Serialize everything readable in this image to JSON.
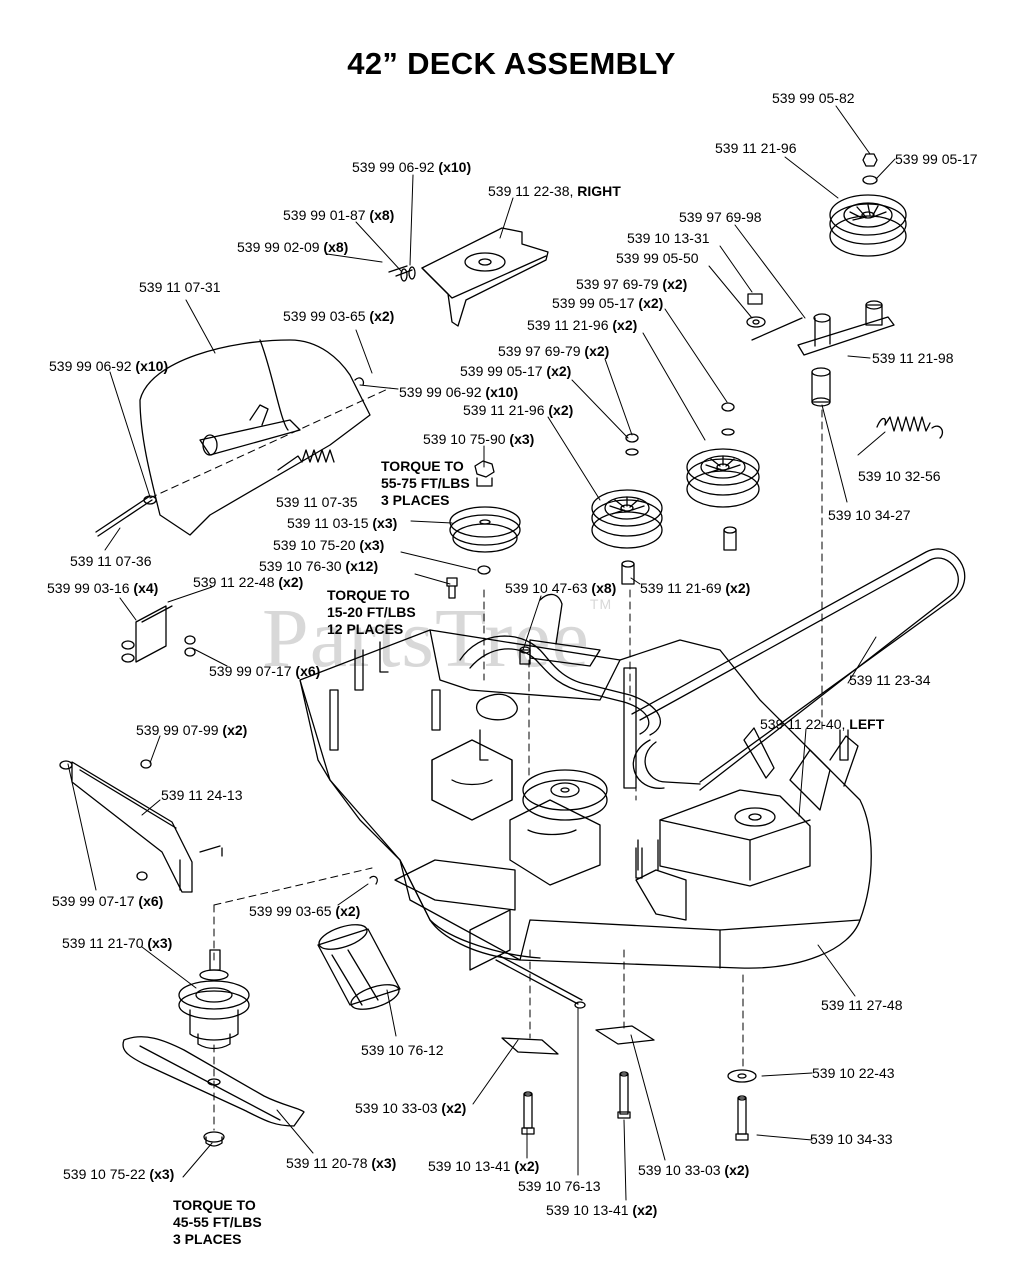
{
  "title": "42” DECK ASSEMBLY",
  "watermark": {
    "text": "PartsTree",
    "tm": "TM"
  },
  "labels": [
    {
      "id": "l01",
      "part": "539 99 05-82",
      "qty": ""
    },
    {
      "id": "l02",
      "part": "539 11 21-96",
      "qty": ""
    },
    {
      "id": "l03",
      "part": "539 99 05-17",
      "qty": ""
    },
    {
      "id": "l04",
      "part": "539 99 06-92",
      "qty": "(x10)"
    },
    {
      "id": "l05",
      "part": "539 11 22-38,",
      "qty": "RIGHT"
    },
    {
      "id": "l06",
      "part": "539 97 69-98",
      "qty": ""
    },
    {
      "id": "l07",
      "part": "539 99 01-87",
      "qty": "(x8)"
    },
    {
      "id": "l08",
      "part": "539 10 13-31",
      "qty": ""
    },
    {
      "id": "l09",
      "part": "539 99 02-09",
      "qty": "(x8)"
    },
    {
      "id": "l10",
      "part": "539 99 05-50",
      "qty": ""
    },
    {
      "id": "l11",
      "part": "539 97 69-79",
      "qty": "(x2)"
    },
    {
      "id": "l12",
      "part": "539 11 07-31",
      "qty": ""
    },
    {
      "id": "l13",
      "part": "539 99 05-17",
      "qty": "(x2)"
    },
    {
      "id": "l14",
      "part": "539 99 03-65",
      "qty": "(x2)"
    },
    {
      "id": "l15",
      "part": "539 11 21-96",
      "qty": "(x2)"
    },
    {
      "id": "l16",
      "part": "539 11 21-98",
      "qty": ""
    },
    {
      "id": "l17",
      "part": "539 97 69-79",
      "qty": "(x2)"
    },
    {
      "id": "l18",
      "part": "539 99 06-92",
      "qty": "(x10)"
    },
    {
      "id": "l19",
      "part": "539 99 05-17",
      "qty": "(x2)"
    },
    {
      "id": "l20",
      "part": "539 99 06-92",
      "qty": "(x10)"
    },
    {
      "id": "l21",
      "part": "539 11 21-96",
      "qty": "(x2)"
    },
    {
      "id": "l22",
      "part": "539 10 75-90",
      "qty": "(x3)"
    },
    {
      "id": "l23",
      "part": "539 10 32-56",
      "qty": ""
    },
    {
      "id": "l24",
      "part": "539 11 07-35",
      "qty": ""
    },
    {
      "id": "l25",
      "part": "539 10 34-27",
      "qty": ""
    },
    {
      "id": "l26",
      "part": "539 11 03-15",
      "qty": "(x3)"
    },
    {
      "id": "l27",
      "part": "539 11 07-36",
      "qty": ""
    },
    {
      "id": "l28",
      "part": "539 10 75-20",
      "qty": "(x3)"
    },
    {
      "id": "l29",
      "part": "539 10 76-30",
      "qty": "(x12)"
    },
    {
      "id": "l30",
      "part": "539 99 03-16",
      "qty": "(x4)"
    },
    {
      "id": "l31",
      "part": "539 11 22-48",
      "qty": "(x2)"
    },
    {
      "id": "l32",
      "part": "539 10 47-63",
      "qty": "(x8)"
    },
    {
      "id": "l33",
      "part": "539 11 21-69",
      "qty": "(x2)"
    },
    {
      "id": "l34",
      "part": "539 99 07-17",
      "qty": "(x6)"
    },
    {
      "id": "l35",
      "part": "539 11 23-34",
      "qty": ""
    },
    {
      "id": "l36",
      "part": "539 11 22-40,",
      "qty": "LEFT"
    },
    {
      "id": "l37",
      "part": "539 99 07-99",
      "qty": "(x2)"
    },
    {
      "id": "l38",
      "part": "539 11 24-13",
      "qty": ""
    },
    {
      "id": "l39",
      "part": "539 99 07-17",
      "qty": "(x6)"
    },
    {
      "id": "l40",
      "part": "539 99 03-65",
      "qty": "(x2)"
    },
    {
      "id": "l41",
      "part": "539 11 21-70",
      "qty": "(x3)"
    },
    {
      "id": "l42",
      "part": "539 11 27-48",
      "qty": ""
    },
    {
      "id": "l43",
      "part": "539 10 76-12",
      "qty": ""
    },
    {
      "id": "l44",
      "part": "539 10 22-43",
      "qty": ""
    },
    {
      "id": "l45",
      "part": "539 10 33-03",
      "qty": "(x2)"
    },
    {
      "id": "l46",
      "part": "539 10 34-33",
      "qty": ""
    },
    {
      "id": "l47",
      "part": "539 10 75-22",
      "qty": "(x3)"
    },
    {
      "id": "l48",
      "part": "539 11 20-78",
      "qty": "(x3)"
    },
    {
      "id": "l49",
      "part": "539 10 13-41",
      "qty": "(x2)"
    },
    {
      "id": "l50",
      "part": "539 10 33-03",
      "qty": "(x2)"
    },
    {
      "id": "l51",
      "part": "539 10 76-13",
      "qty": ""
    },
    {
      "id": "l52",
      "part": "539 10 13-41",
      "qty": "(x2)"
    }
  ],
  "notes": [
    {
      "id": "n1",
      "lines": [
        "TORQUE TO",
        "55-75 FT/LBS",
        "3 PLACES"
      ]
    },
    {
      "id": "n2",
      "lines": [
        "TORQUE TO",
        "15-20 FT/LBS",
        "12 PLACES"
      ]
    },
    {
      "id": "n3",
      "lines": [
        "TORQUE TO",
        "45-55 FT/LBS",
        "3 PLACES"
      ]
    }
  ]
}
